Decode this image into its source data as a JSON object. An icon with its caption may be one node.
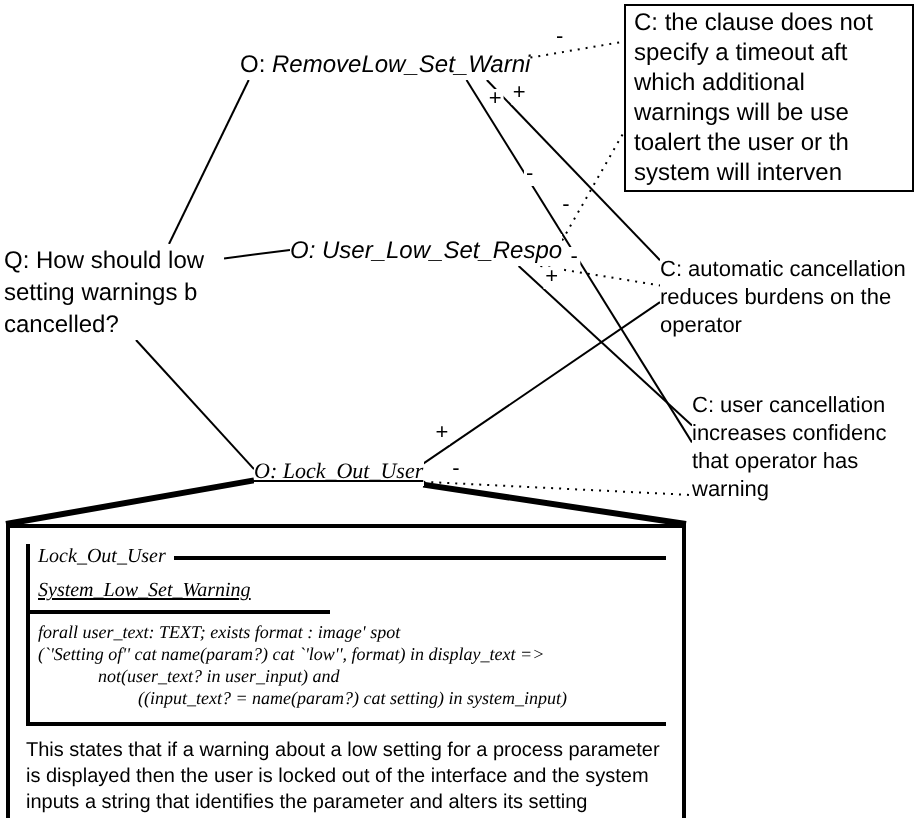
{
  "diagram": {
    "nodes": [
      {
        "text": [
          "Q: How should low setting warnings b cancelled?"
        ]
      },
      {
        "text": [
          "O: *RemoveLow_Set_Warni*"
        ]
      },
      {
        "text": [
          "O: User_Low_Set_Respo"
        ]
      },
      {
        "text": [
          "O: Lock_Out_User"
        ]
      },
      {
        "text": [
          "C: the clause does not specify a timeout aft which additional warnings will be use toalert the user or th system will interven"
        ]
      },
      {
        "text": [
          "C: automatic cancellation reduces burdens on the operator"
        ]
      },
      {
        "text": [
          "C: user cancellation increases confidenc that operator has warning"
        ]
      },
      {
        "text": [
          "Lock_Out_User",
          "System_Low_Set_Warning",
          "forall user_text: TEXT; exists format : image' spot",
          "(`'Setting of'' cat name(param?) cat `'low'', format) in display_text =>",
          "not(user_text? in user_input) and",
          "((input_text? = name(param?) cat setting) in system_input)",
          "This states that if a warning about a low setting for a process parameter is displayed then the user is locked out of the interface and the system inputs a string that identifies the parameter and alters its setting"
        ]
      }
    ],
    "edges": [
      {
        "from": 0,
        "to": 1,
        "arrow": "none"
      },
      {
        "from": 0,
        "to": 2,
        "arrow": "none"
      },
      {
        "from": 0,
        "to": 3,
        "arrow": "none"
      },
      {
        "from": 1,
        "to": 4,
        "arrow": "none",
        "style": "dashed",
        "label": "-"
      },
      {
        "from": 1,
        "to": 5,
        "arrow": "none",
        "label": "+"
      },
      {
        "from": 1,
        "to": 6,
        "arrow": "none",
        "label": "+"
      },
      {
        "from": 2,
        "to": 4,
        "arrow": "none",
        "style": "dashed",
        "label": "-"
      },
      {
        "from": 2,
        "to": 5,
        "arrow": "none",
        "style": "dashed",
        "label": "-"
      },
      {
        "from": 2,
        "to": 6,
        "arrow": "none",
        "label": "+"
      },
      {
        "from": 3,
        "to": 5,
        "arrow": "none",
        "label": "+"
      },
      {
        "from": 3,
        "to": 6,
        "arrow": "none",
        "style": "dashed",
        "label": "-"
      },
      {
        "from": 3,
        "to": 7,
        "arrow": "none",
        "style": "thick"
      },
      {
        "from": 3,
        "to": 7,
        "arrow": "none",
        "style": "thick"
      }
    ],
    "labels": [
      "-"
    ]
  }
}
